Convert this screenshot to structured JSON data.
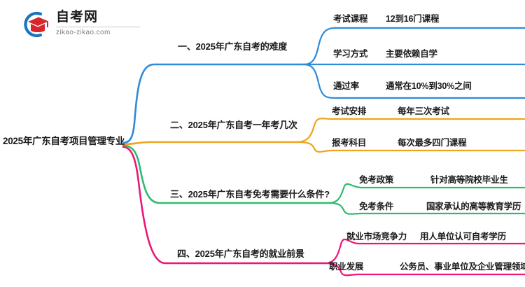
{
  "logo": {
    "name_cn": "自考网",
    "domain": "zikao-zikao.com",
    "arc_color": "#1b75bc",
    "cap_color": "#d8262c"
  },
  "mindmap": {
    "root": {
      "label": "2025年广东自考项目管理专业"
    },
    "branches": [
      {
        "label": "一、2025年广东自考的难度",
        "color": "#2e8bd8",
        "children": [
          {
            "key": "考试课程",
            "value": "12到16门课程"
          },
          {
            "key": "学习方式",
            "value": "主要依赖自学"
          },
          {
            "key": "通过率",
            "value": "通常在10%到30%之间"
          }
        ]
      },
      {
        "label": "二、2025年广东自考一年考几次",
        "color": "#f0a41e",
        "children": [
          {
            "key": "考试安排",
            "value": "每年三次考试"
          },
          {
            "key": "报考科目",
            "value": "每次最多四门课程"
          }
        ]
      },
      {
        "label": "三、2025年广东自考免考需要什么条件?",
        "color": "#2bbd6e",
        "children": [
          {
            "key": "免考政策",
            "value": "针对高等院校毕业生"
          },
          {
            "key": "免考条件",
            "value": "国家承认的高等教育学历"
          }
        ]
      },
      {
        "label": "四、2025年广东自考的就业前景",
        "color": "#ee1577",
        "children": [
          {
            "key": "就业市场竞争力",
            "value": "用人单位认可自考学历"
          },
          {
            "key": "职业发展",
            "value": "公务员、事业单位及企业管理领域"
          }
        ]
      }
    ]
  }
}
